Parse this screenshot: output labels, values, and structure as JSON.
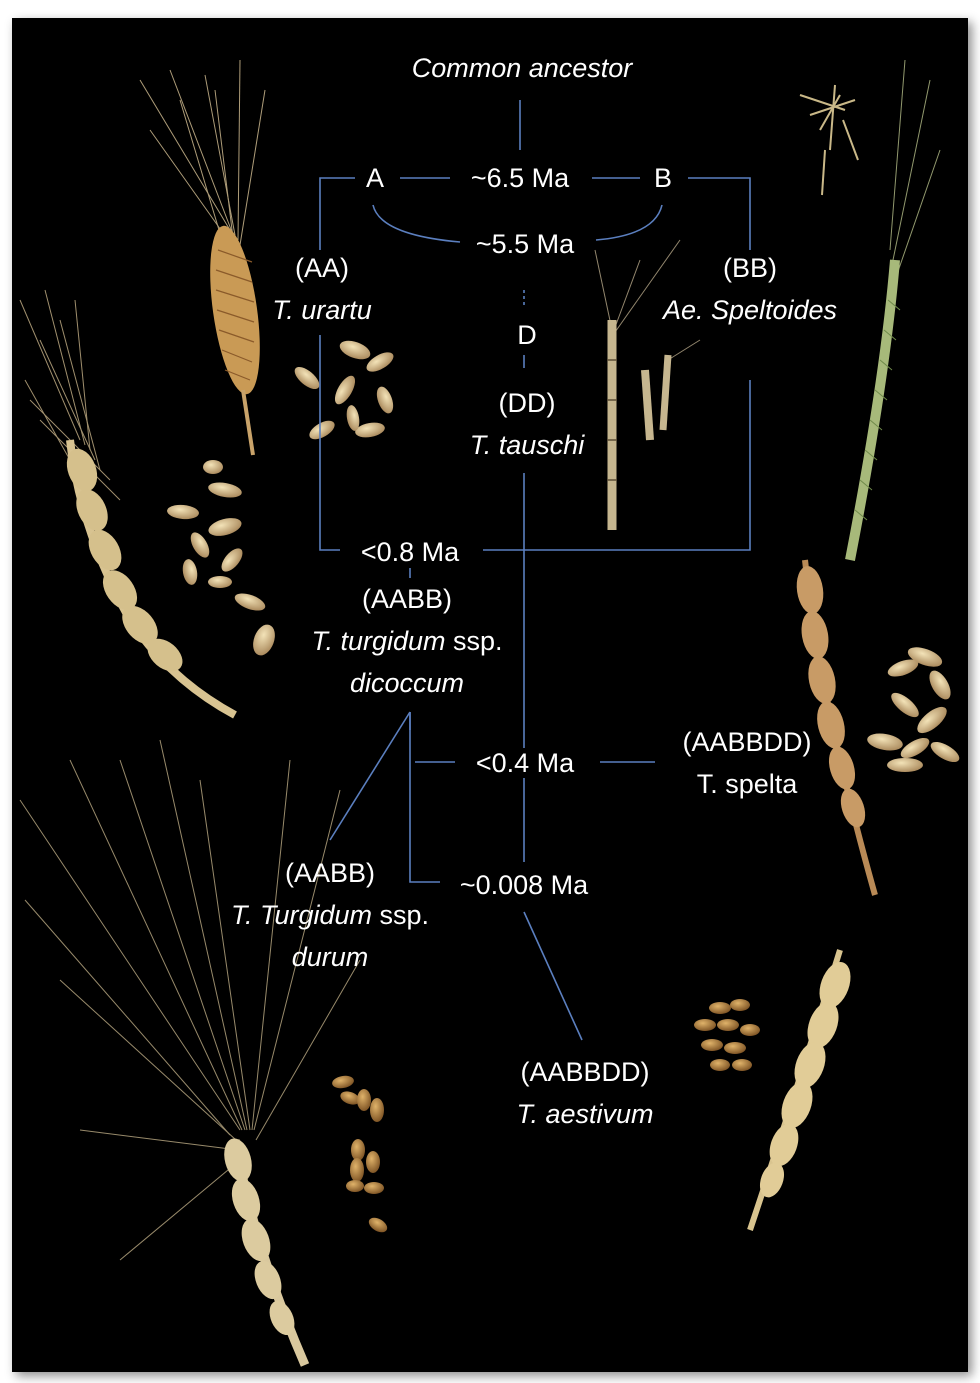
{
  "colors": {
    "background": "#000000",
    "lines": "#5b7fbf",
    "text": "#ffffff",
    "wheat_gold": "#d9b777"
  },
  "root": {
    "label": "Common ancestor"
  },
  "genomes": {
    "a": "A",
    "b": "B",
    "d": "D"
  },
  "times": {
    "ab_split": "~6.5 Ma",
    "d_split": "~5.5 Ma",
    "tetraploid": "<0.8 Ma",
    "hexaploid": "<0.4 Ma",
    "durum": "~0.008 Ma"
  },
  "species": {
    "urartu": {
      "genome": "(AA)",
      "name": "T. urartu"
    },
    "speltoides": {
      "genome": "(BB)",
      "name": "Ae. Speltoides"
    },
    "tauschi": {
      "genome": "(DD)",
      "name": "T. tauschi"
    },
    "dicoccum": {
      "genome": "(AABB)",
      "name_italic": "T. turgidum",
      "name_suffix": " ssp.",
      "name_line2": "dicoccum"
    },
    "spelta": {
      "genome": "(AABBDD)",
      "name": "T. spelta"
    },
    "durum": {
      "genome": "(AABB)",
      "name_italic": "T. Turgidum",
      "name_suffix": " ssp.",
      "name_line2": "durum"
    },
    "aestivum": {
      "genome": "(AABBDD)",
      "name": "T. aestivum"
    }
  }
}
